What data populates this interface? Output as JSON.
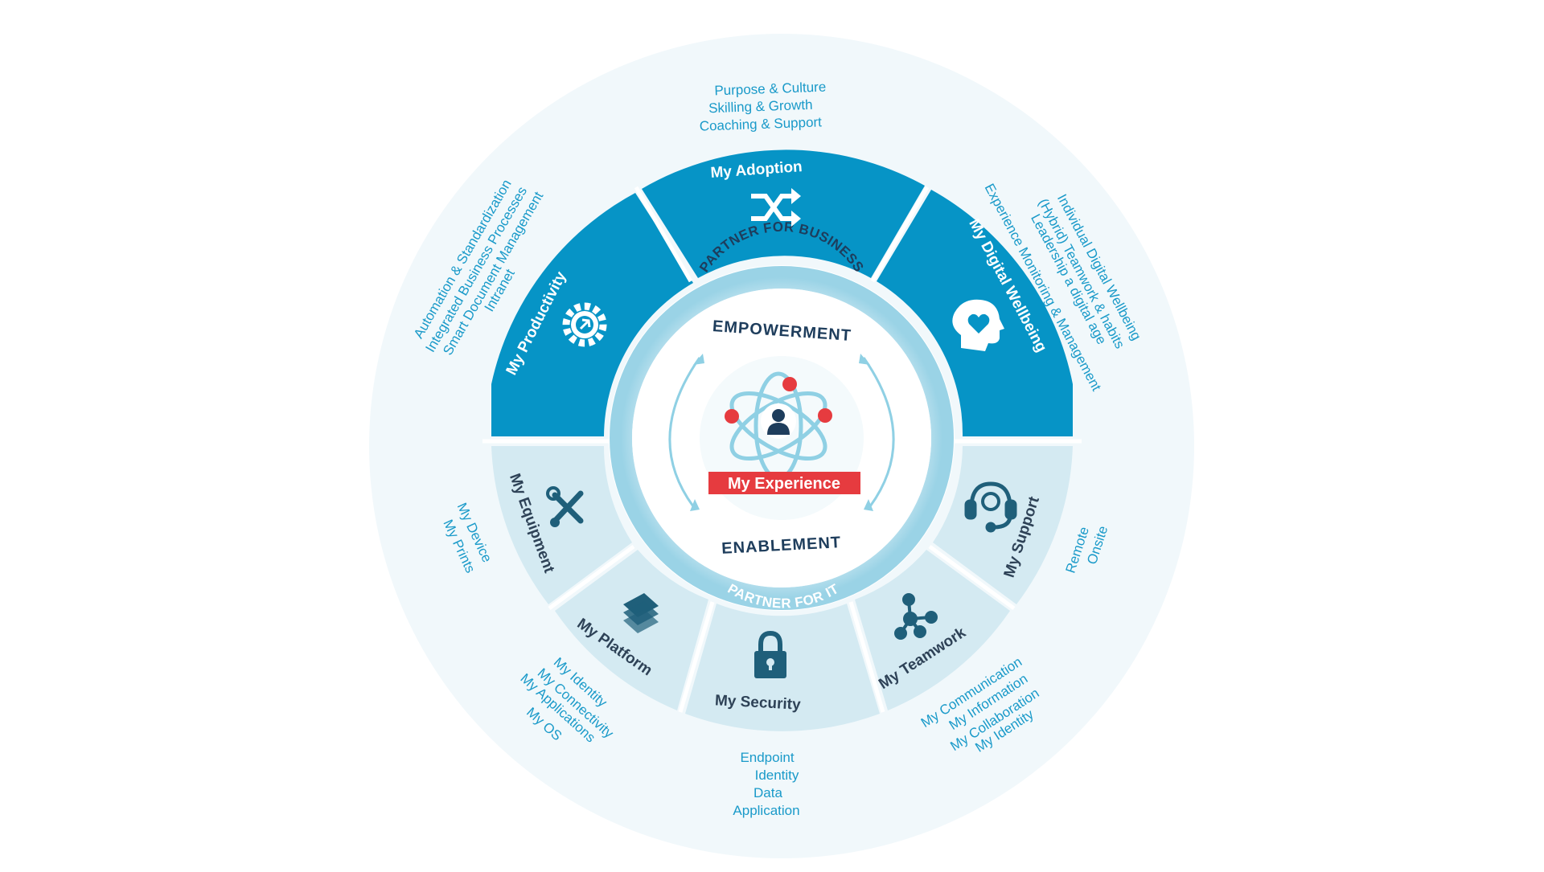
{
  "center": {
    "title": "My Experience",
    "top_arc": "PARTNER FOR BUSINESS",
    "top_word": "EMPOWERMENT",
    "bottom_word": "ENABLEMENT",
    "bottom_arc": "PARTNER FOR IT"
  },
  "segments": {
    "productivity": {
      "label": "My Productivity",
      "items": [
        "Automation & Standardization",
        "Integrated Business Processes",
        "Smart Document Management",
        "Intranet"
      ]
    },
    "adoption": {
      "label": "My Adoption",
      "items": [
        "Purpose & Culture",
        "Skilling & Growth",
        "Coaching & Support"
      ]
    },
    "wellbeing": {
      "label": "My Digital Wellbeing",
      "items": [
        "Individual Digital Wellbeing",
        "(Hybrid) Teamwork & habits",
        "Leadership a digital age",
        "Experience Monitoring & Management"
      ]
    },
    "equipment": {
      "label": "My Equipment",
      "items": [
        "My Device",
        "My Prints"
      ]
    },
    "platform": {
      "label": "My Platform",
      "items": [
        "My Identity",
        "My Connectivity",
        "My Applications",
        "My OS"
      ]
    },
    "security": {
      "label": "My Security",
      "items": [
        "Endpoint",
        "Identity",
        "Data",
        "Application"
      ]
    },
    "teamwork": {
      "label": "My Teamwork",
      "items": [
        "My Communication",
        "My Information",
        "My Collaboration",
        "My Identity"
      ]
    },
    "support": {
      "label": "My Support",
      "items": [
        "Remote",
        "Onsite"
      ]
    }
  },
  "colors": {
    "outer_disc": "#f1f8fb",
    "top_segments": "#0694c6",
    "bottom_segments": "#d4eaf2",
    "ring": "#6fc1dc",
    "accent_red": "#e63b3f",
    "dark_icon": "#1f5f7a"
  }
}
